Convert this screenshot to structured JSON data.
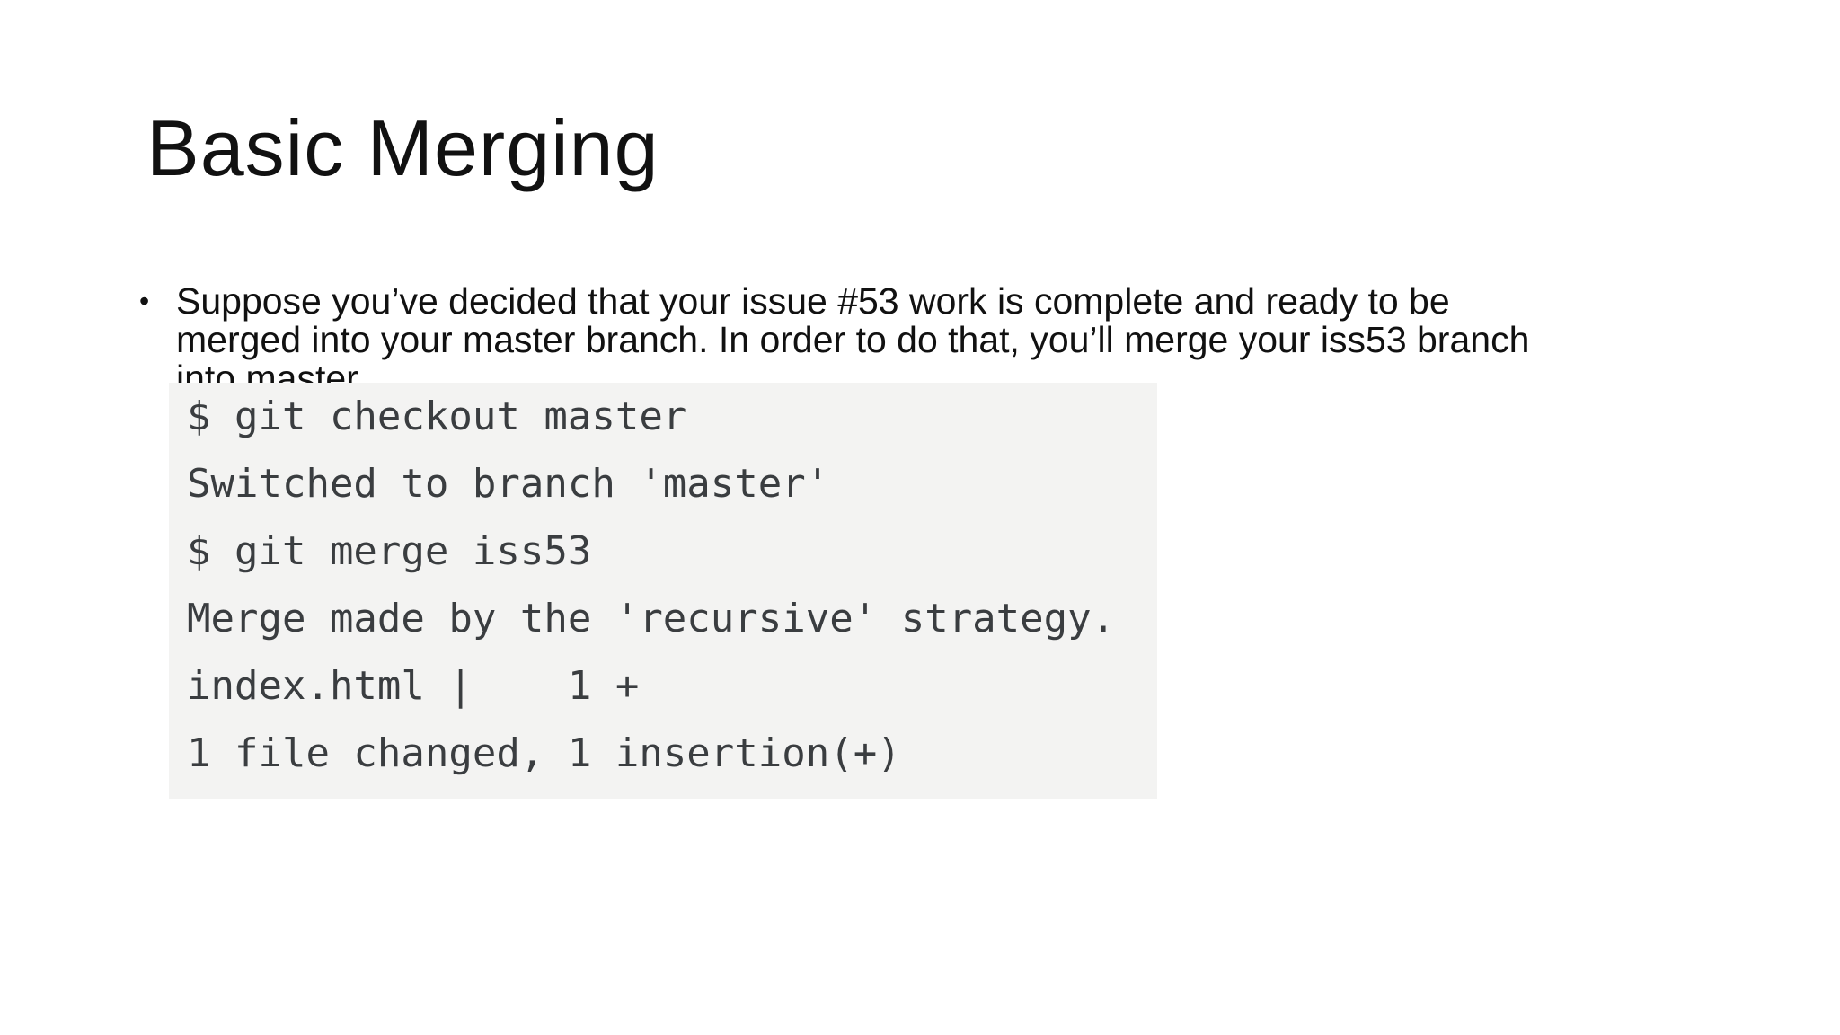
{
  "slide": {
    "title": "Basic Merging",
    "bullet": {
      "marker": "•",
      "lines": [
        "Suppose you’ve decided that your issue #53 work is complete and ready to be",
        "merged into your master branch. In order to do that, you’ll merge your iss53 branch",
        "into master."
      ]
    },
    "code_block": {
      "lines": [
        "$ git checkout master",
        "Switched to branch 'master'",
        "$ git merge iss53",
        "Merge made by the 'recursive' strategy.",
        "index.html |    1 +",
        "1 file changed, 1 insertion(+)"
      ]
    },
    "colors": {
      "background": "#ffffff",
      "text": "#111111",
      "code_background": "#f3f3f2",
      "code_text": "#3a3d40"
    }
  }
}
